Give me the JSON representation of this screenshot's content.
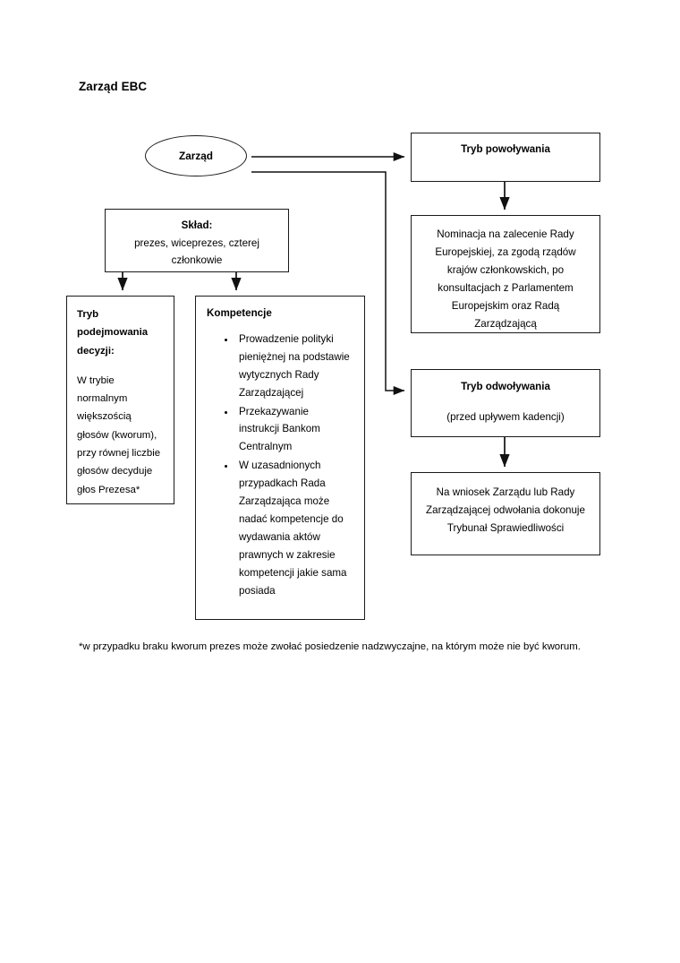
{
  "page": {
    "title": "Zarząd EBC",
    "footnote": "*w przypadku braku kworum prezes może zwołać posiedzenie nadzwyczajne, na którym może nie być kworum."
  },
  "nodes": {
    "zarzad": {
      "label": "Zarząd"
    },
    "sklad": {
      "title": "Skład:",
      "body": "prezes, wiceprezes, czterej członkowie"
    },
    "decyzje": {
      "title": "Tryb podejmowania decyzji:",
      "body": "W trybie normalnym większością głosów (kworum), przy równej liczbie głosów decyduje głos Prezesa*"
    },
    "kompetencje": {
      "title": "Kompetencje",
      "bullets": [
        "Prowadzenie polityki pieniężnej na podstawie wytycznych Rady Zarządzającej",
        "Przekazywanie instrukcji Bankom Centralnym",
        "W uzasadnionych przypadkach Rada Zarządzająca może nadać kompetencje do wydawania aktów prawnych w zakresie kompetencji jakie sama posiada"
      ]
    },
    "tryb_powolywania": {
      "title": "Tryb powoływania"
    },
    "nominacja": {
      "body": "Nominacja na zalecenie Rady Europejskiej, za zgodą rządów krajów członkowskich, po konsultacjach z Parlamentem Europejskim oraz Radą Zarządzającą"
    },
    "tryb_odwolywania": {
      "title": "Tryb odwoływania",
      "subtitle": "(przed upływem kadencji)"
    },
    "wniosek": {
      "body": "Na wniosek Zarządu lub Rady Zarządzającej odwołania dokonuje Trybunał Sprawiedliwości"
    }
  },
  "colors": {
    "stroke": "#1a1a1a",
    "text": "#000000",
    "background": "#ffffff"
  }
}
